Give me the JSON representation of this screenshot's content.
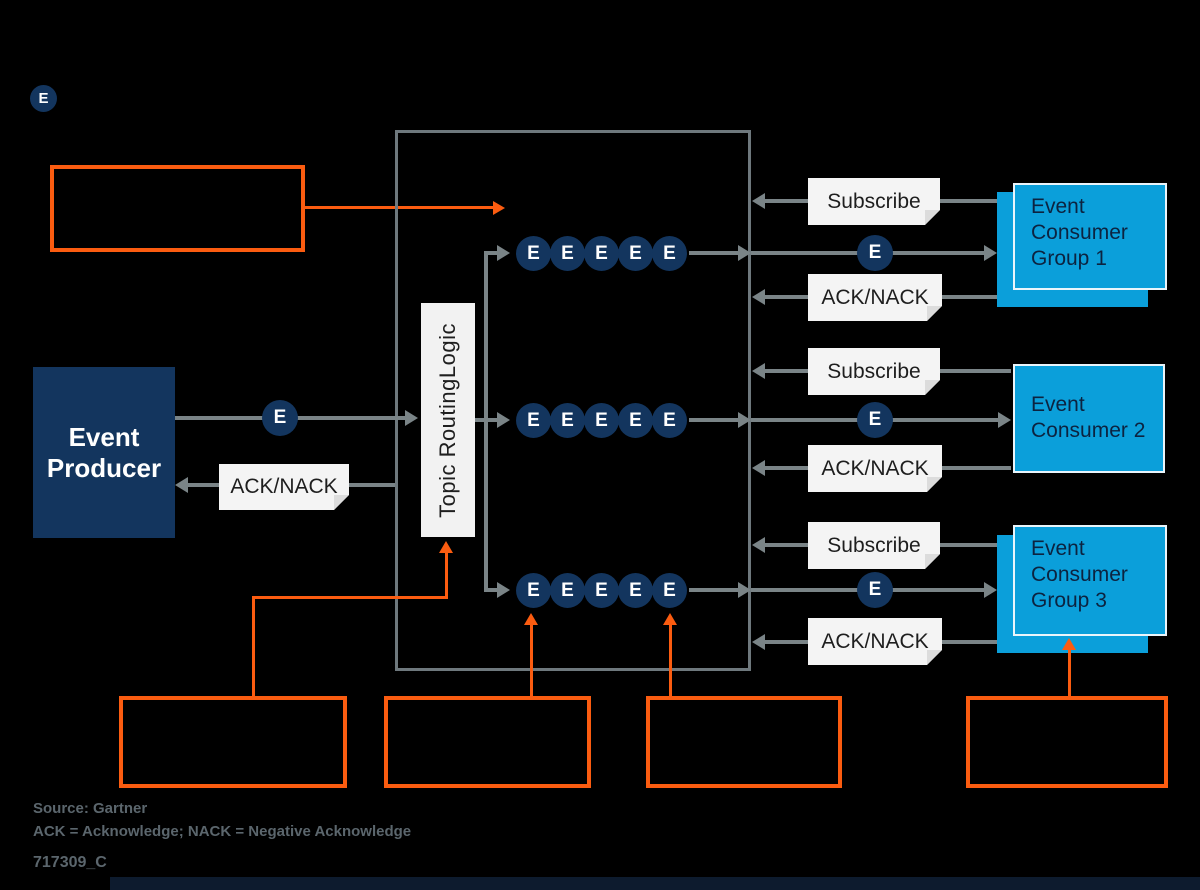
{
  "colors": {
    "navy": "#13355E",
    "blue": "#0B9FDA",
    "orange": "#FB5C10",
    "line_gray": "#7A8487",
    "note_background": "#F4F4F4"
  },
  "legend": {
    "event_letter": "E"
  },
  "producer": {
    "label": "Event\nProducer",
    "event_letter": "E",
    "ack_label": "ACK/NACK"
  },
  "router": {
    "label": "Topic RoutingLogic"
  },
  "chains": [
    [
      "E",
      "E",
      "E",
      "E",
      "E"
    ],
    [
      "E",
      "E",
      "E",
      "E",
      "E"
    ],
    [
      "E",
      "E",
      "E",
      "E",
      "E"
    ]
  ],
  "consumer_rows": [
    {
      "subscribe_label": "Subscribe",
      "event_letter": "E",
      "ack_label": "ACK/NACK",
      "consumer": "Event\nConsumer\nGroup 1"
    },
    {
      "subscribe_label": "Subscribe",
      "event_letter": "E",
      "ack_label": "ACK/NACK",
      "consumer": "Event\nConsumer 2"
    },
    {
      "subscribe_label": "Subscribe",
      "event_letter": "E",
      "ack_label": "ACK/NACK",
      "consumer": "Event\nConsumer\nGroup 3"
    }
  ],
  "footer": {
    "source": "Source: Gartner",
    "abbreviation_note": "ACK = Acknowledge; NACK = Negative Acknowledge",
    "document_id": "717309_C"
  }
}
